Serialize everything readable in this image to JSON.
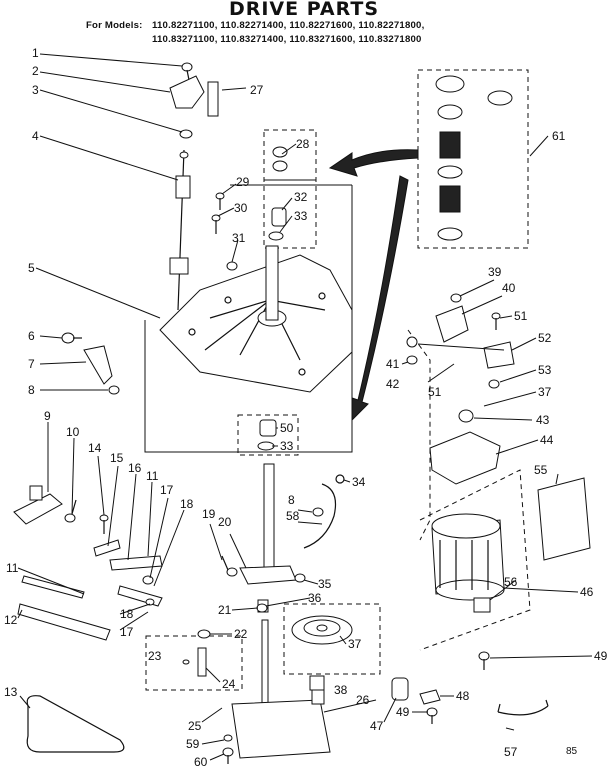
{
  "title": "DRIVE PARTS",
  "models_prefix": "For Models:",
  "models_line1": "110.82271100, 110.82271400, 110.82271600, 110.82271800,",
  "models_line2": "110.83271100, 110.83271400, 110.83271600, 110.83271800",
  "corner_code": "85",
  "callouts": {
    "c1": "1",
    "c2": "2",
    "c3": "3",
    "c4": "4",
    "c5": "5",
    "c6": "6",
    "c7": "7",
    "c8a": "8",
    "c9": "9",
    "c10": "10",
    "c11a": "11",
    "c11b": "11",
    "c12": "12",
    "c13": "13",
    "c14": "14",
    "c15": "15",
    "c16": "16",
    "c17a": "17",
    "c17b": "17",
    "c18a": "18",
    "c18b": "18",
    "c19": "19",
    "c20": "20",
    "c21": "21",
    "c22": "22",
    "c23": "23",
    "c24": "24",
    "c25": "25",
    "c26": "26",
    "c27": "27",
    "c28": "28",
    "c29": "29",
    "c30": "30",
    "c31": "31",
    "c32": "32",
    "c33a": "33",
    "c33b": "33",
    "c34": "34",
    "c35": "35",
    "c36": "36",
    "c37a": "37",
    "c37b": "37",
    "c38": "38",
    "c39": "39",
    "c40": "40",
    "c41": "41",
    "c42": "42",
    "c43": "43",
    "c44": "44",
    "c46": "46",
    "c47": "47",
    "c48": "48",
    "c49a": "49",
    "c49b": "49",
    "c50": "50",
    "c51a": "51",
    "c51b": "51",
    "c52": "52",
    "c53": "53",
    "c55": "55",
    "c56": "56",
    "c57": "57",
    "c58": "58",
    "c59": "59",
    "c60": "60",
    "c61": "61",
    "c8b": "8"
  }
}
